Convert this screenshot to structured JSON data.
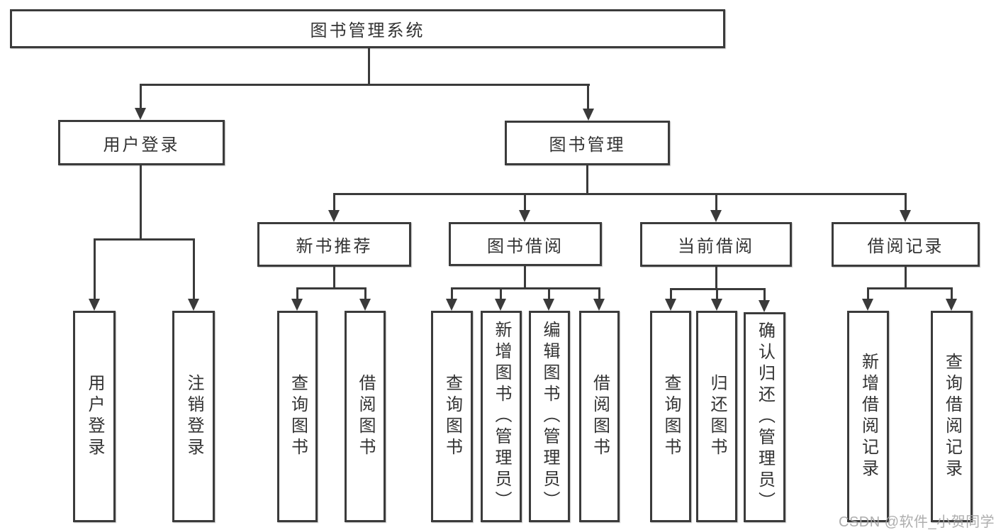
{
  "nodes": {
    "root": {
      "label": "图书管理系统"
    },
    "user_login": {
      "label": "用户登录"
    },
    "book_mgmt": {
      "label": "图书管理"
    },
    "new_book_rec": {
      "label": "新书推荐"
    },
    "book_borrow": {
      "label": "图书借阅"
    },
    "current_borrow": {
      "label": "当前借阅"
    },
    "borrow_records": {
      "label": "借阅记录"
    },
    "ul_user_login": {
      "label": "用户登录"
    },
    "ul_logout": {
      "label": "注销登录"
    },
    "nb_query_books": {
      "label": "查询图书"
    },
    "nb_borrow_books": {
      "label": "借阅图书"
    },
    "bb_query_books": {
      "label": "查询图书"
    },
    "bb_add_books": {
      "label": "新增图书（管理员）"
    },
    "bb_edit_books": {
      "label": "编辑图书（管理员）"
    },
    "bb_borrow_books": {
      "label": "借阅图书"
    },
    "cb_query_books": {
      "label": "查询图书"
    },
    "cb_return_books": {
      "label": "归还图书"
    },
    "cb_confirm_return": {
      "label": "确认归还（管理员）"
    },
    "br_add_record": {
      "label": "新增借阅记录"
    },
    "br_query_record": {
      "label": "查询借阅记录"
    }
  },
  "hierarchy": {
    "root": "图书管理系统",
    "children": [
      {
        "label": "用户登录",
        "children": [
          "用户登录",
          "注销登录"
        ]
      },
      {
        "label": "图书管理",
        "children": [
          {
            "label": "新书推荐",
            "children": [
              "查询图书",
              "借阅图书"
            ]
          },
          {
            "label": "图书借阅",
            "children": [
              "查询图书",
              "新增图书（管理员）",
              "编辑图书（管理员）",
              "借阅图书"
            ]
          },
          {
            "label": "当前借阅",
            "children": [
              "查询图书",
              "归还图书",
              "确认归还（管理员）"
            ]
          },
          {
            "label": "借阅记录",
            "children": [
              "新增借阅记录",
              "查询借阅记录"
            ]
          }
        ]
      }
    ]
  },
  "watermark": "CSDN @软件_小贺同学",
  "colors": {
    "line": "#3a3a3a",
    "border": "#3b3b3b",
    "text": "#333333",
    "watermark": "#a5a5a5",
    "background": "#ffffff"
  }
}
